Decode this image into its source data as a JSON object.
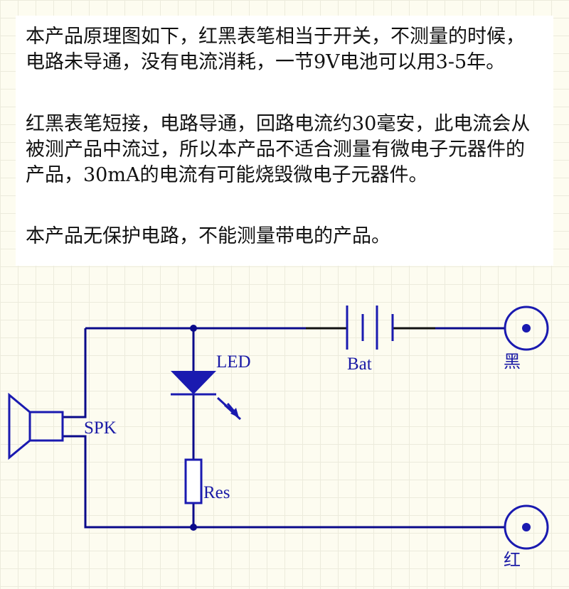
{
  "description": {
    "paragraph_1": "本产品原理图如下，红黑表笔相当于开关，不测量的时候，电路未导通，没有电流消耗，一节9V电池可以用3-5年。",
    "paragraph_2": "红黑表笔短接，电路导通，回路电流约30毫安，此电流会从被测产品中流过，所以本产品不适合测量有微电子元器件的产品，30mA的电流有可能烧毁微电子元器件。",
    "paragraph_3": "本产品无保护电路，不能测量带电的产品。"
  },
  "schematic": {
    "led_label": "LED",
    "battery_label": "Bat",
    "speaker_label": "SPK",
    "resistor_label": "Res",
    "black_probe_label": "黑",
    "red_probe_label": "红"
  },
  "colors": {
    "wire": "#0a0a8a",
    "component_fill": "#1a1ab0",
    "label": "#1a1aa6",
    "text": "#111111"
  }
}
